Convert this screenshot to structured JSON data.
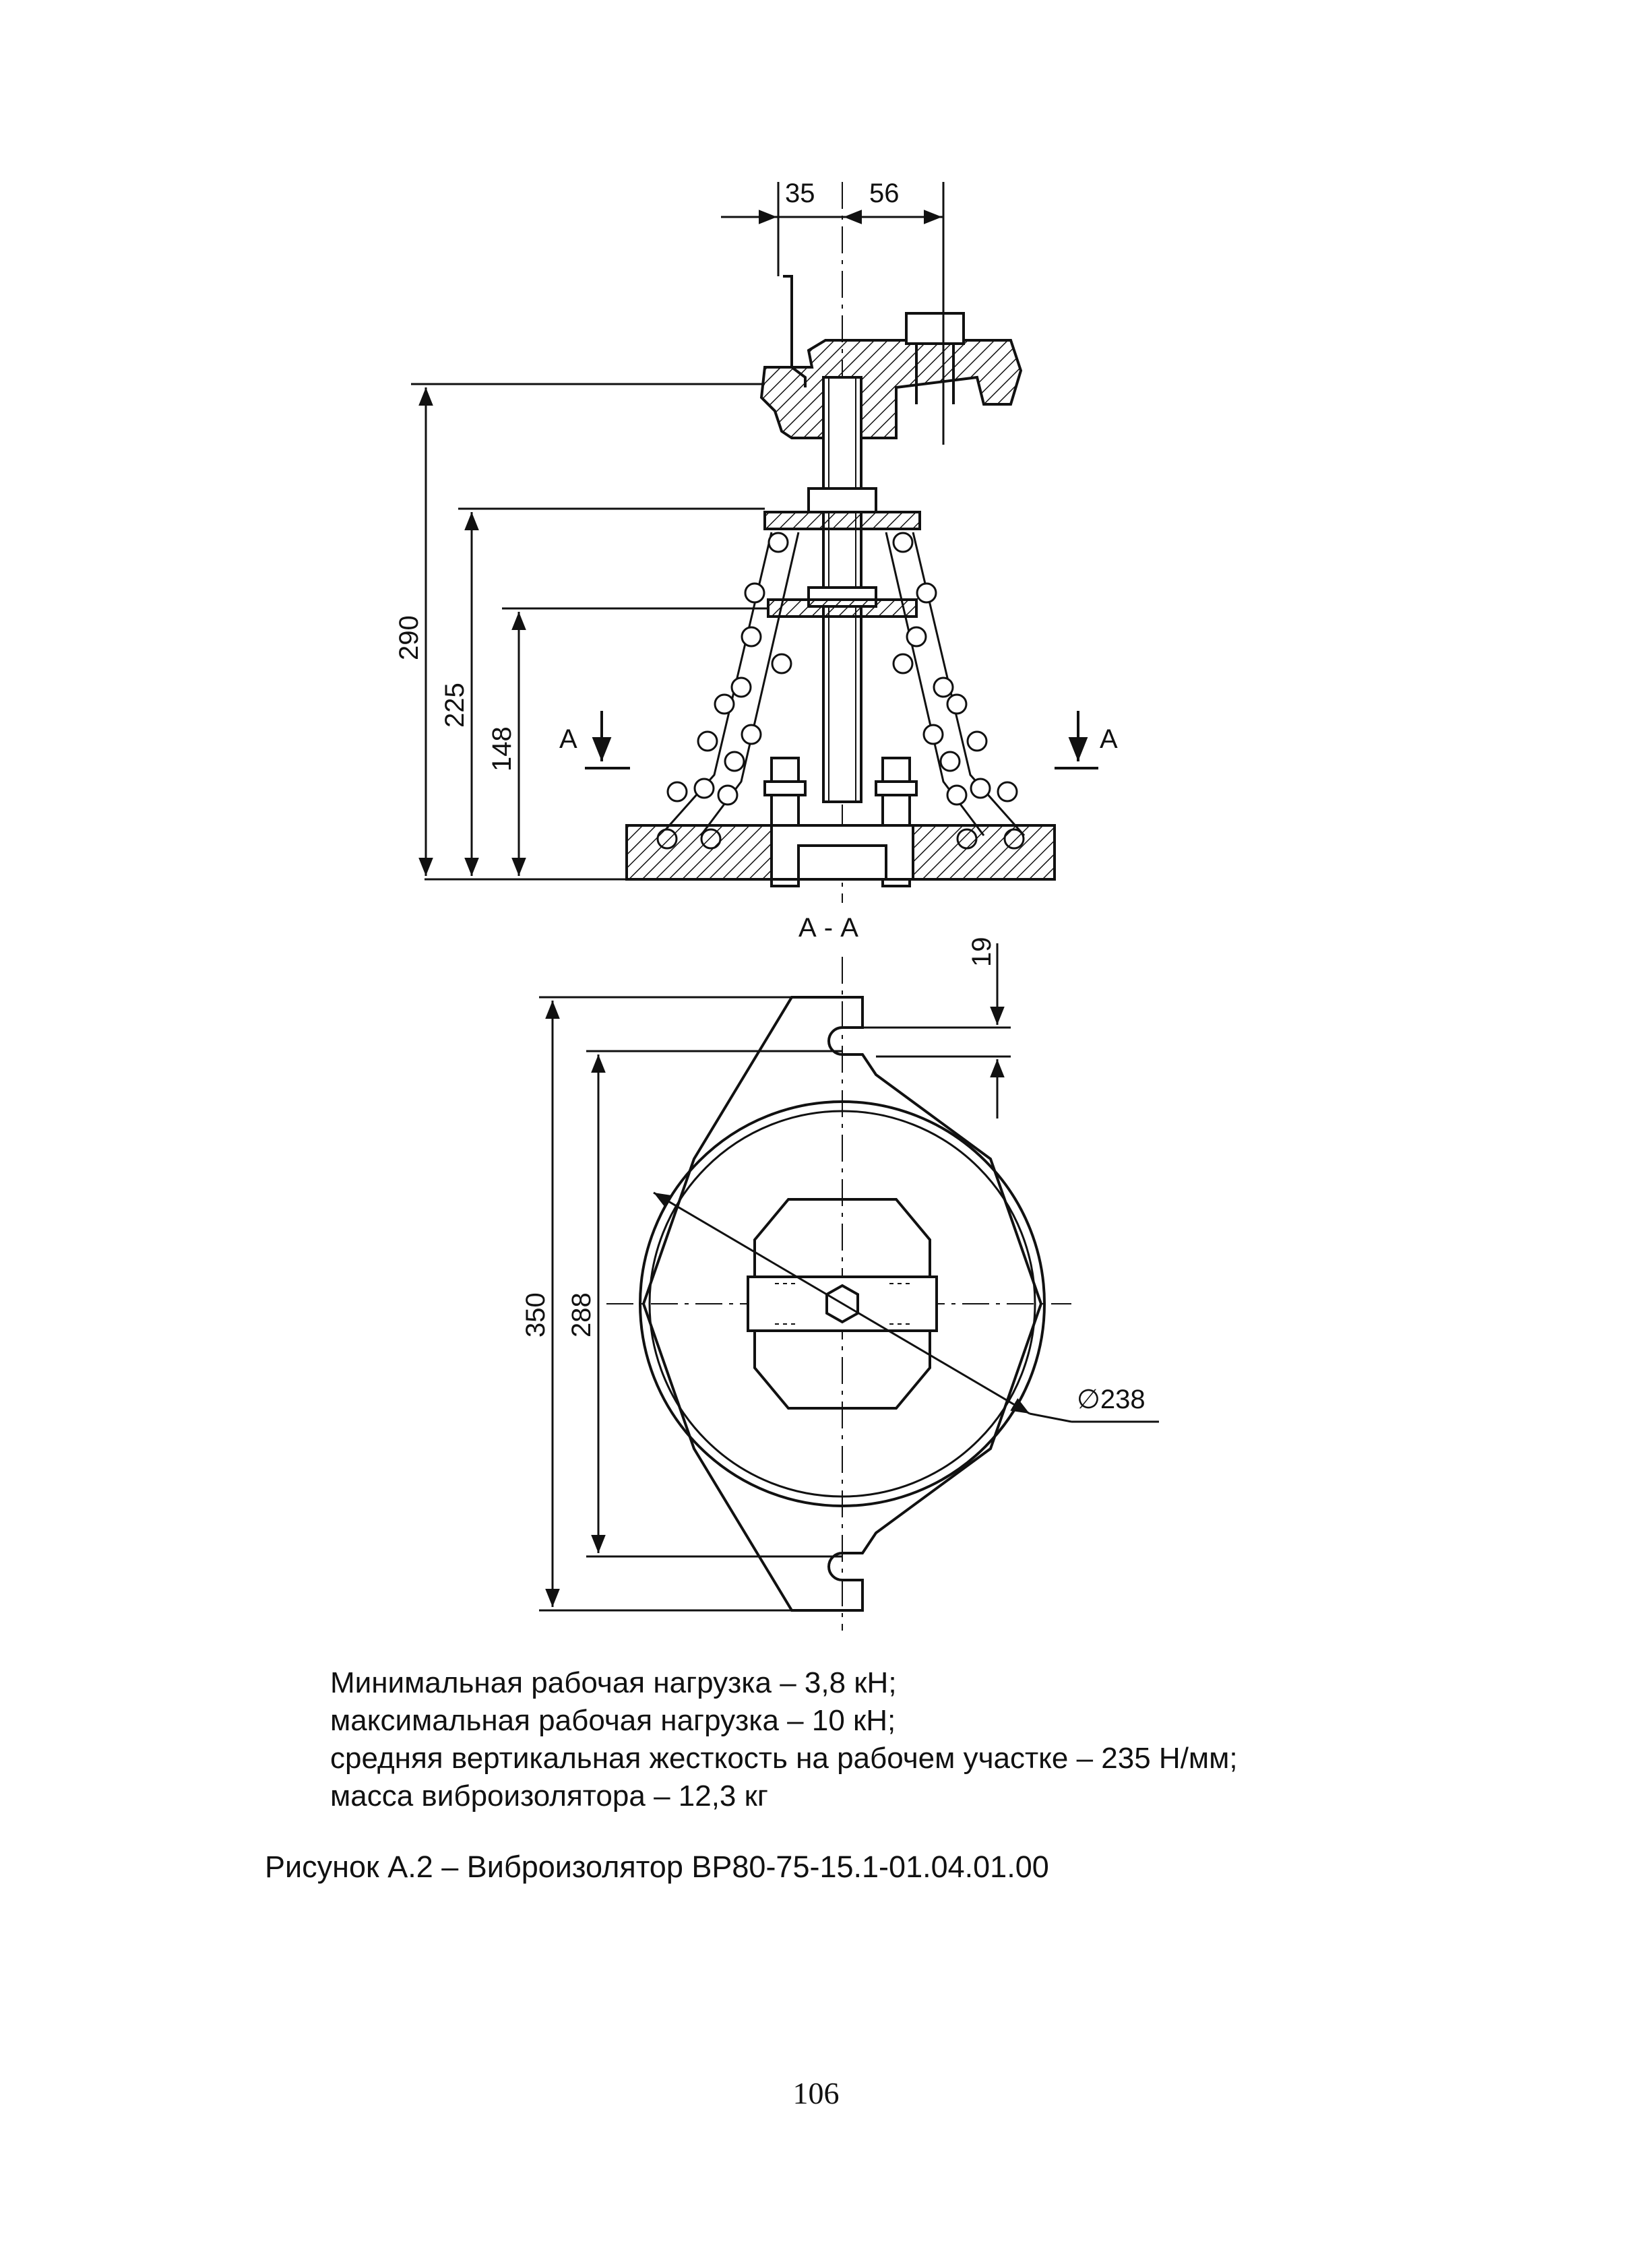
{
  "figure": {
    "dimensions": {
      "top_left": "35",
      "top_right": "56",
      "height_total": "290",
      "height_mid": "225",
      "height_low": "148",
      "section_mark_left": "А",
      "section_mark_right": "А",
      "section_title": "А - А",
      "slot_width": "19",
      "overall_length": "350",
      "inner_length": "288",
      "diameter": "∅238"
    }
  },
  "specs": [
    "Минимальная рабочая нагрузка – 3,8 кН;",
    "максимальная рабочая нагрузка – 10 кН;",
    "средняя вертикальная жесткость на рабочем участке – 235 Н/мм;",
    "масса виброизолятора – 12,3 кг"
  ],
  "caption": "Рисунок А.2 – Виброизолятор ВР80-75-15.1-01.04.01.00",
  "page_number": "106"
}
